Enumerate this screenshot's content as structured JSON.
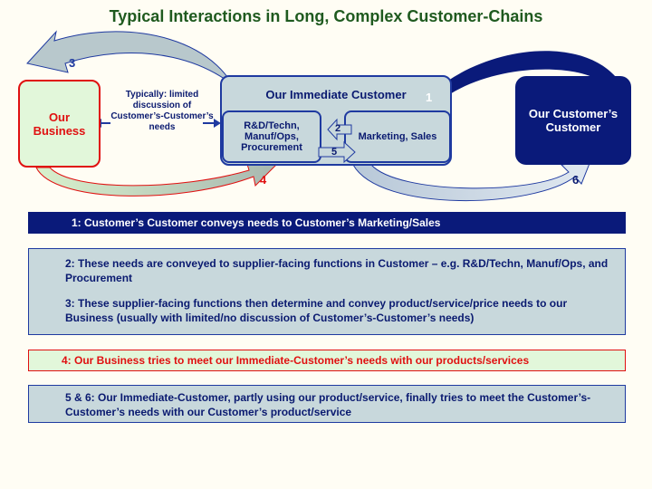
{
  "title": "Typical Interactions in Long, Complex Customer-Chains",
  "nodes": {
    "our_business": "Our\nBusiness",
    "immediate_customer": "Our Immediate Customer",
    "rd_functions": "R&D/Techn,\nManuf/Ops,\nProcurement",
    "marketing_sales": "Marketing, Sales",
    "customers_customer": "Our Customer’s\nCustomer"
  },
  "note": "Typically: limited discussion of Customer’s-Customer’s needs",
  "step_numbers": {
    "n1": "1",
    "n2": "2",
    "n3": "3",
    "n4": "4",
    "n5": "5",
    "n6": "6"
  },
  "steps": {
    "s1": "1: Customer’s Customer conveys needs to Customer’s Marketing/Sales",
    "s2": "2: These needs are conveyed to supplier-facing functions in Customer – e.g. R&D/Techn, Manuf/Ops, and Procurement",
    "s3": "3: These supplier-facing functions then determine and convey product/service/price needs to our Business (usually with limited/no discussion of Customer’s-Customer’s needs)",
    "s4": "4: Our Business tries to meet our Immediate-Customer’s needs with our products/services",
    "s56": "5 & 6: Our Immediate-Customer, partly using our product/service, finally tries to meet the Customer’s-Customer’s needs with our Customer’s product/service"
  },
  "colors": {
    "green_text": "#1f5a1f",
    "red": "#e01010",
    "navy": "#0a1a7a",
    "grey_blue": "#c8d8dc",
    "pale_green": "#e2f7da"
  }
}
